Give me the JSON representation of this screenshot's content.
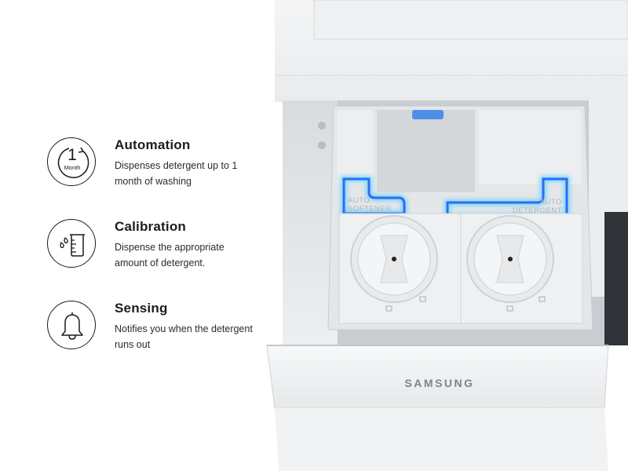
{
  "features": [
    {
      "icon": "calendar-1-month-icon",
      "title": "Automation",
      "desc": "Dispenses detergent up to 1 month of washing",
      "icon_number": "1",
      "icon_text": "Month"
    },
    {
      "icon": "measuring-beaker-icon",
      "title": "Calibration",
      "desc": "Dispense the appropriate amount of detergent."
    },
    {
      "icon": "bell-icon",
      "title": "Sensing",
      "desc": "Notifies you when the detergent runs out"
    }
  ],
  "product": {
    "brand": "SAMSUNG",
    "softener_label_1": "AUTO",
    "softener_label_2": "SOFTENER",
    "detergent_label_1": "AUTO",
    "detergent_label_2": "DETERGENT",
    "highlight_color": "#2f6cf0",
    "glow_color": "#6fd6ff"
  }
}
